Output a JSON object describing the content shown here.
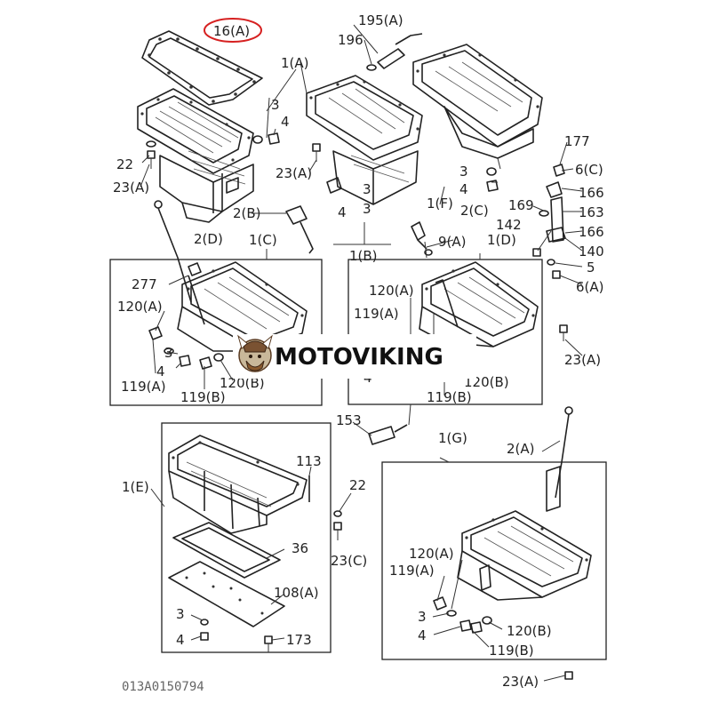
{
  "watermark": {
    "text": "MOTOVIKING"
  },
  "diagram_code": "013A0150794",
  "highlight_color": "#d62020",
  "labels": {
    "l16a": "16(A)",
    "l195a": "195(A)",
    "l196": "196",
    "l1a": "1(A)",
    "l3_top": "3",
    "l4_top": "4",
    "l22_top": "22",
    "l23a_top": "23(A)",
    "l23a_mid": "23(A)",
    "l3_b": "3",
    "l4_b": "4",
    "l3_b2": "3",
    "l1b": "1(B)",
    "l177": "177",
    "l6c": "6(C)",
    "l166a": "166",
    "l169": "169",
    "l163": "163",
    "l142": "142",
    "l166b": "166",
    "l140": "140",
    "l5": "5",
    "l6a": "6(A)",
    "l3_f": "3",
    "l4_f": "4",
    "l1f": "1(F)",
    "l2c": "2(C)",
    "l9a": "9(A)",
    "l1d": "1(D)",
    "l2b": "2(B)",
    "l2d": "2(D)",
    "l1c": "1(C)",
    "l277": "277",
    "l120a_c": "120(A)",
    "l3_c": "3",
    "l4_c": "4",
    "l119a_c": "119(A)",
    "l119b_c": "119(B)",
    "l120b_c": "120(B)",
    "l120a_d": "120(A)",
    "l119a_d": "119(A)",
    "l4_d": "4",
    "l120b_d": "120(B)",
    "l119b_d": "119(B)",
    "l23a_right": "23(A)",
    "l153": "153",
    "l1e": "1(E)",
    "l113": "113",
    "l22_e": "22",
    "l23c": "23(C)",
    "l36": "36",
    "l108a": "108(A)",
    "l3_e": "3",
    "l4_e": "4",
    "l173": "173",
    "l1g": "1(G)",
    "l2a": "2(A)",
    "l120a_g": "120(A)",
    "l119a_g": "119(A)",
    "l3_g": "3",
    "l4_g": "4",
    "l120b_g": "120(B)",
    "l119b_g": "119(B)",
    "l23a_g": "23(A)"
  }
}
